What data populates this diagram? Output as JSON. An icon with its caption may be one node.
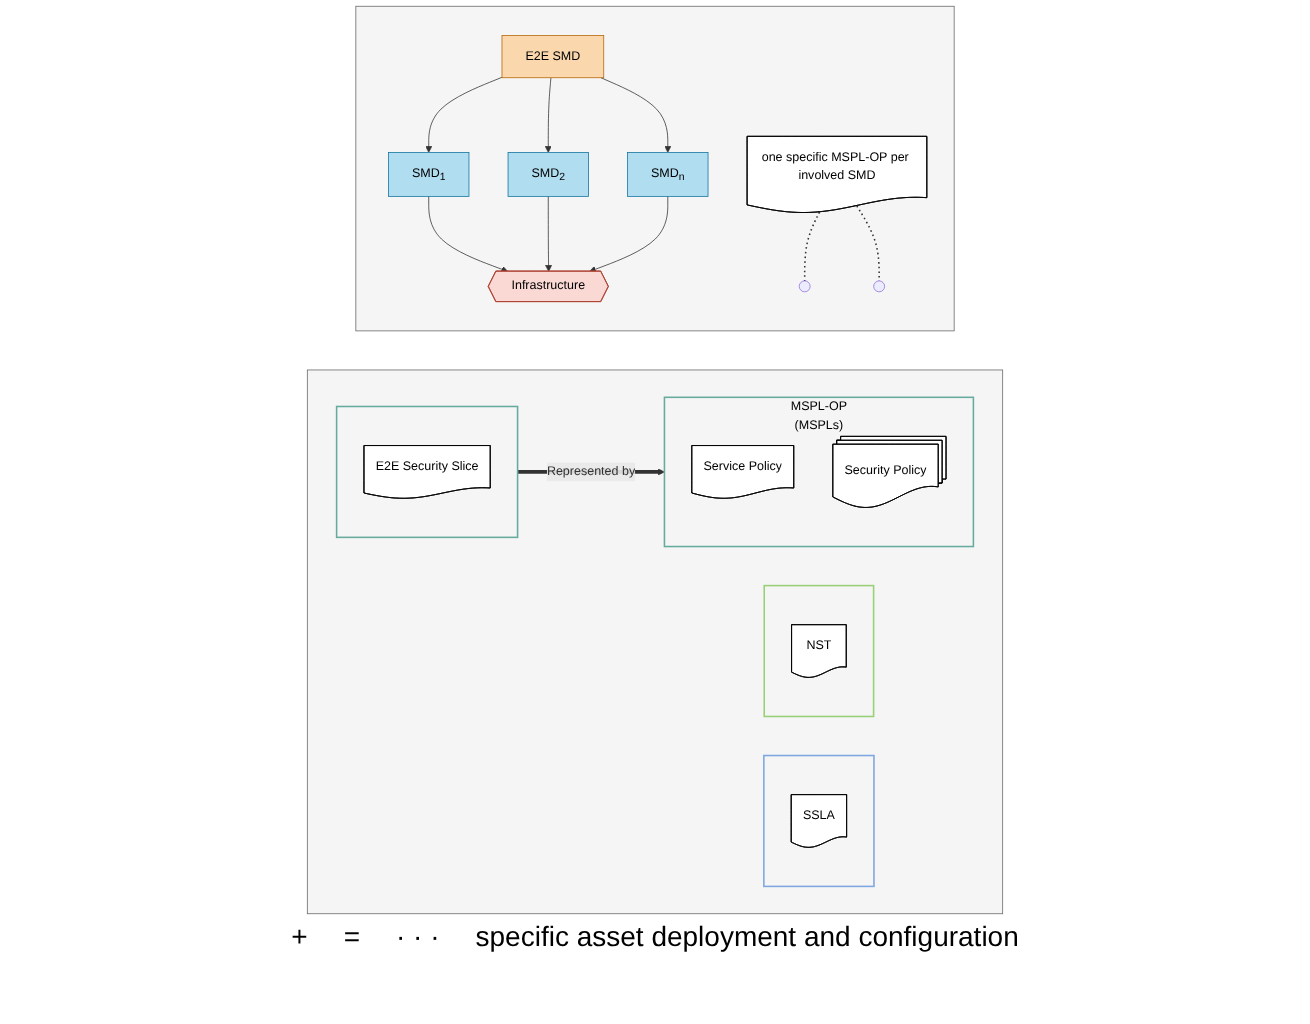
{
  "diagram": {
    "nodes": [
      {
        "text": [],
        "shape": "box"
      },
      {
        "text": [],
        "shape": "box",
        "in": 0
      },
      {
        "text": [
          "SSLA"
        ],
        "in": 1
      },
      {
        "text": [],
        "shape": "box",
        "in": 0
      },
      {
        "text": [
          "NST"
        ],
        "in": 3
      },
      {
        "text": [],
        "shape": "box",
        "in": 0
      },
      {
        "text": [
          "E2E Security Slice"
        ],
        "in": 5
      },
      {
        "text": [
          "MSPL-OP",
          "(MSPLs)"
        ],
        "in": 0
      },
      {
        "text": [
          "Service Policy"
        ],
        "in": 7
      },
      {
        "text": [
          "Security Policy"
        ],
        "in": 7
      },
      {
        "text": [],
        "shape": "box"
      },
      {
        "text": [
          "one specific MSPL-OP per involved SMD"
        ],
        "in": 10
      },
      {
        "text": [
          "E2E SMD"
        ],
        "in": 10
      },
      {
        "text": [
          "SMD$_{1}$"
        ],
        "in": 10
      },
      {
        "text": [
          "SMD$_{2}$"
        ],
        "in": 10
      },
      {
        "text": [
          "SMD$_{n}$"
        ],
        "in": 10
      },
      {
        "text": [
          "Infrastructure"
        ],
        "in": 10
      }
    ],
    "edges": [
      {
        "from": 5,
        "to": 7,
        "arrow": "to",
        "label": "Represented by",
        "style": "thick"
      },
      {
        "from": 12,
        "to": 13,
        "arrow": "to"
      },
      {
        "from": 12,
        "to": 14,
        "arrow": "to"
      },
      {
        "from": 12,
        "to": 15,
        "arrow": "to"
      },
      {
        "from": 13,
        "to": 16,
        "arrow": "to"
      },
      {
        "from": 14,
        "to": 16,
        "arrow": "to"
      },
      {
        "from": 15,
        "to": 16,
        "arrow": "to"
      },
      {
        "from": 11,
        "to": null,
        "arrow": "none",
        "style": "dashed"
      },
      {
        "from": 11,
        "to": null,
        "arrow": "none",
        "style": "dashed"
      }
    ],
    "labels": [
      "+",
      "=",
      "· · ·",
      "specific asset deployment and configuration"
    ]
  }
}
